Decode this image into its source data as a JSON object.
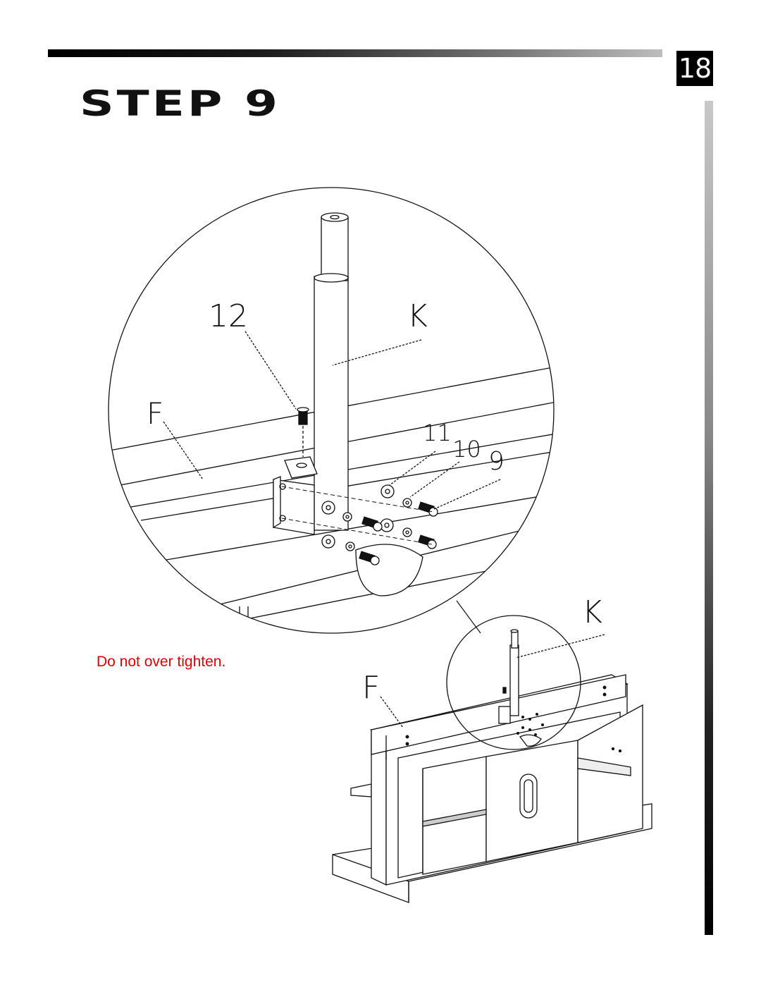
{
  "page": {
    "number": "18"
  },
  "step": {
    "title": "STEP 9"
  },
  "note": {
    "text": "Do not over tighten.",
    "color": "#e00000"
  },
  "labels": {
    "screw_12": "12",
    "post_k": "K",
    "frame_f": "F",
    "bolt_11": "11",
    "washer_10": "10",
    "washer_9": "9",
    "overview_k": "K",
    "overview_f": "F"
  }
}
